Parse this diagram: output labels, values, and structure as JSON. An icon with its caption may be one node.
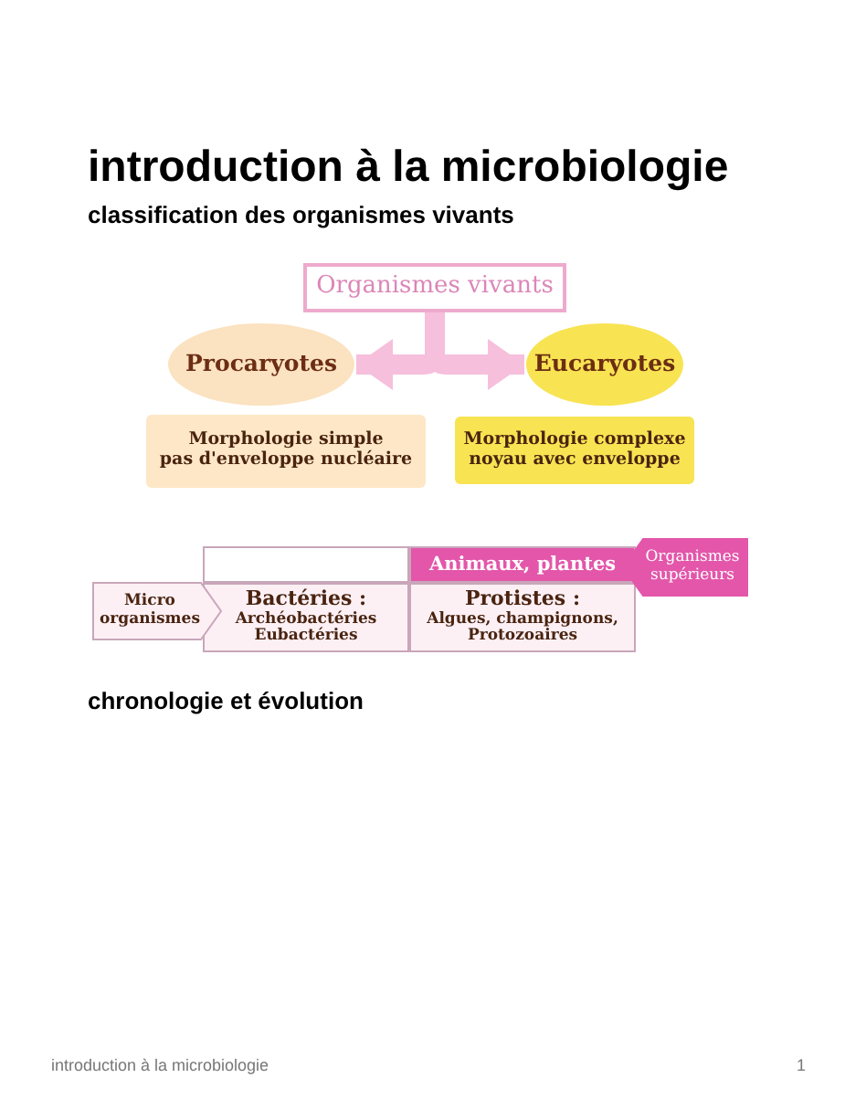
{
  "diagram": {
    "title": "introduction à la microbiologie",
    "nodes": [
      {
        "text": [
          "Organismes vivants"
        ]
      },
      {
        "text": [
          "Procaryotes"
        ]
      },
      {
        "text": [
          "Eucaryotes"
        ]
      },
      {
        "text": [
          "Morphologie simple",
          "pas d'enveloppe nucléaire"
        ]
      },
      {
        "text": [
          "Morphologie complexe",
          "noyau avec enveloppe"
        ]
      },
      {
        "text": [],
        "shape": "box"
      },
      {
        "text": [
          "Animaux, plantes"
        ]
      },
      {
        "text": [
          "Bactéries :",
          "Archéobactéries Eubactéries"
        ]
      },
      {
        "text": [
          "Protistes :",
          "Algues, champignons, Protozoaires"
        ]
      },
      {
        "text": [
          "Micro organismes"
        ]
      },
      {
        "text": [
          "Organismes supérieurs"
        ]
      }
    ],
    "edges": [
      {
        "from": 0,
        "to": 1,
        "arrow": "to"
      },
      {
        "from": 0,
        "to": 2,
        "arrow": "to"
      }
    ],
    "labels": [
      "classification des organismes vivants",
      "chronologie et évolution",
      "introduction à la microbiologie",
      "1"
    ]
  }
}
